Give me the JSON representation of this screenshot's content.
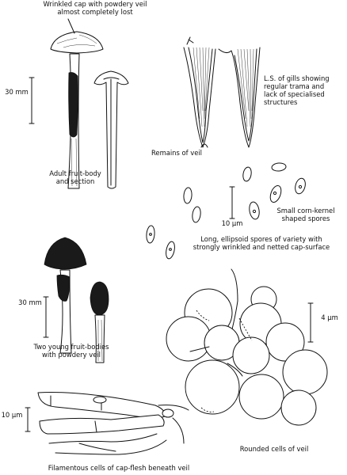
{
  "labels": {
    "cap_label": "Wrinkled cap with powdery veil\nalmost completely lost",
    "scale_30mm_top": "30 mm",
    "adult_caption": "Adult fruit-body\nand section",
    "gills_caption": "L.S. of gills showing\nregular trama and\nlack of specialised\nstructures",
    "veil_remains": "Remains of veil",
    "spores_scale": "10 µm",
    "small_spores": "Small corn-kernel\nshaped spores",
    "long_spores": "Long, ellipsoid spores of variety with\nstrongly wrinkled and netted cap-surface",
    "scale_30mm_bottom": "30 mm",
    "young_caption": "Two young fruit-bodies\nwith powdery veil",
    "veil_scale": "4 µm",
    "filament_scale": "10 µm",
    "rounded_caption": "Rounded cells of veil",
    "filament_caption": "Filamentous cells of cap-flesh beneath veil"
  },
  "colors": {
    "ink": "#111111",
    "paper": "#ffffff"
  }
}
